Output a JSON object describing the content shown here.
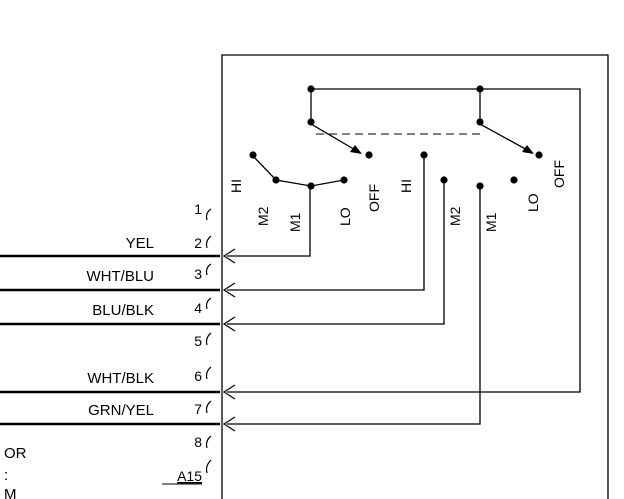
{
  "switch": {
    "left_positions": [
      "HI",
      "M2",
      "M1",
      "LO",
      "OFF"
    ],
    "right_positions": [
      "HI",
      "M2",
      "M1",
      "LO",
      "OFF"
    ]
  },
  "connector": {
    "id": "A15",
    "pins": [
      "1",
      "2",
      "3",
      "4",
      "5",
      "6",
      "7",
      "8"
    ]
  },
  "wires": [
    {
      "pin": "2",
      "color": "YEL"
    },
    {
      "pin": "3",
      "color": "WHT/BLU"
    },
    {
      "pin": "4",
      "color": "BLU/BLK"
    },
    {
      "pin": "6",
      "color": "WHT/BLK"
    },
    {
      "pin": "7",
      "color": "GRN/YEL"
    }
  ],
  "edge_text": [
    "OR",
    ":",
    "M"
  ]
}
